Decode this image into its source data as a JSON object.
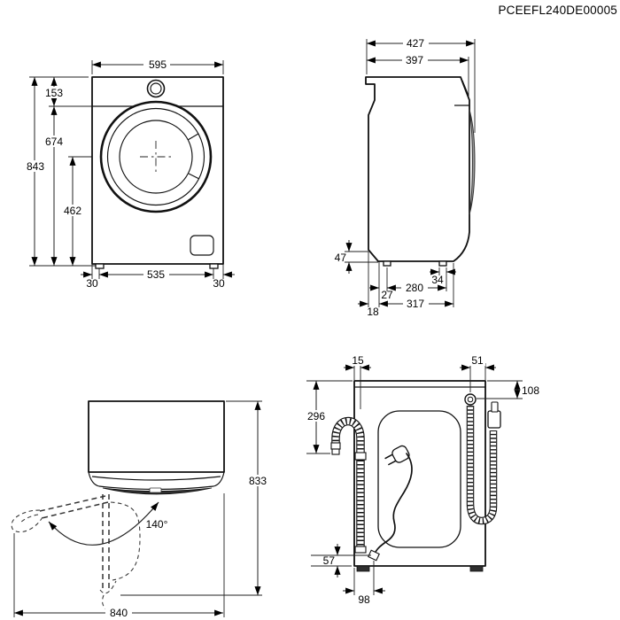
{
  "drawing_code": "PCEEFL240DE00005",
  "front_view": {
    "width": "595",
    "height_total": "843",
    "top_panel_height": "153",
    "door_center_from_top": "674",
    "door_center_from_floor": "462",
    "foot_inset_left": "30",
    "feet_distance": "535",
    "foot_inset_right": "30"
  },
  "side_view": {
    "depth_total": "427",
    "depth_body": "397",
    "plinth_height": "47",
    "foot_width": "34",
    "feet_distance": "280",
    "foot_front_offset": "27",
    "feet_span": "317",
    "rear_offset": "18"
  },
  "top_view": {
    "height_open": "833",
    "width_open": "840",
    "door_angle": "140°"
  },
  "rear_view": {
    "drain_hose_offset": "15",
    "inlet_hose_offset": "51",
    "inlet_from_top": "108",
    "drain_from_top": "296",
    "cord_from_bottom": "57",
    "cord_offset": "98"
  }
}
